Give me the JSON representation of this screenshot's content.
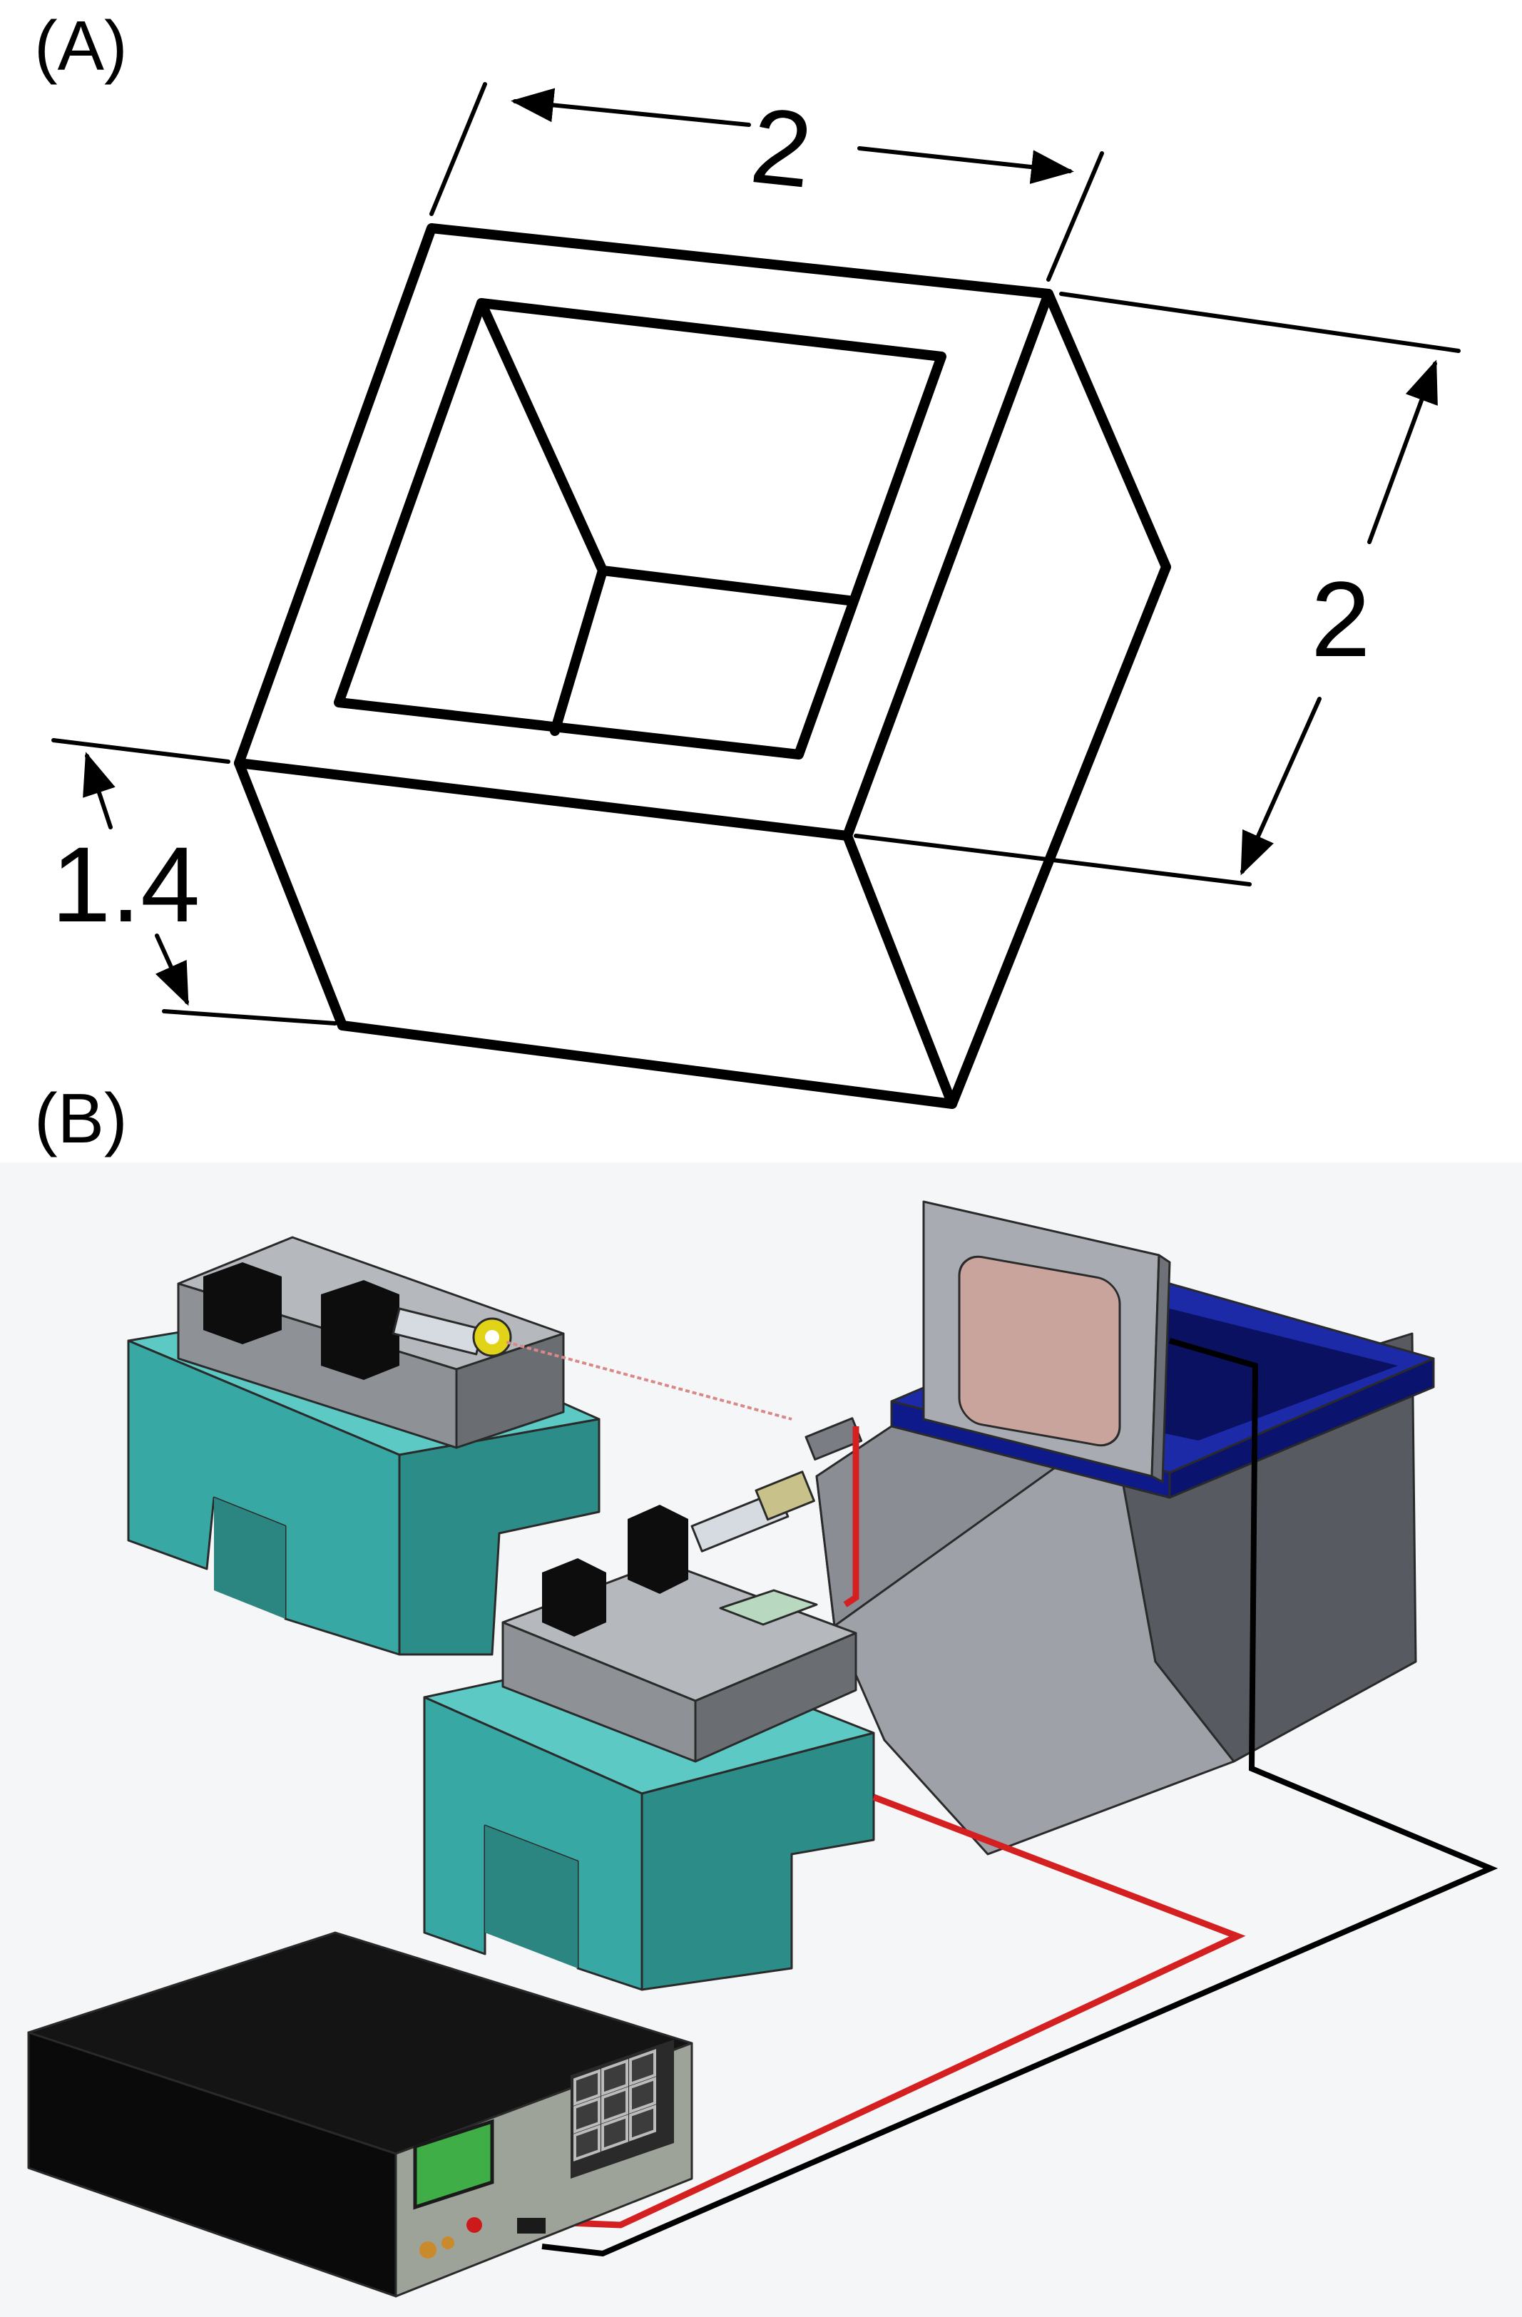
{
  "panel_a": {
    "label": "(A)",
    "dimension_top": "2",
    "dimension_right": "2",
    "dimension_height": "1.4"
  },
  "panel_b": {
    "label": "(B)"
  },
  "colors": {
    "stand_teal": "#37a8a4",
    "pump_gray": "#8e9297",
    "tank_blue": "#0e1a8a",
    "screen_pink": "#c9a49c",
    "display_green": "#3fae47",
    "wire_red": "#d42020",
    "wire_black": "#000000",
    "supply_black": "#0a0a0a"
  }
}
